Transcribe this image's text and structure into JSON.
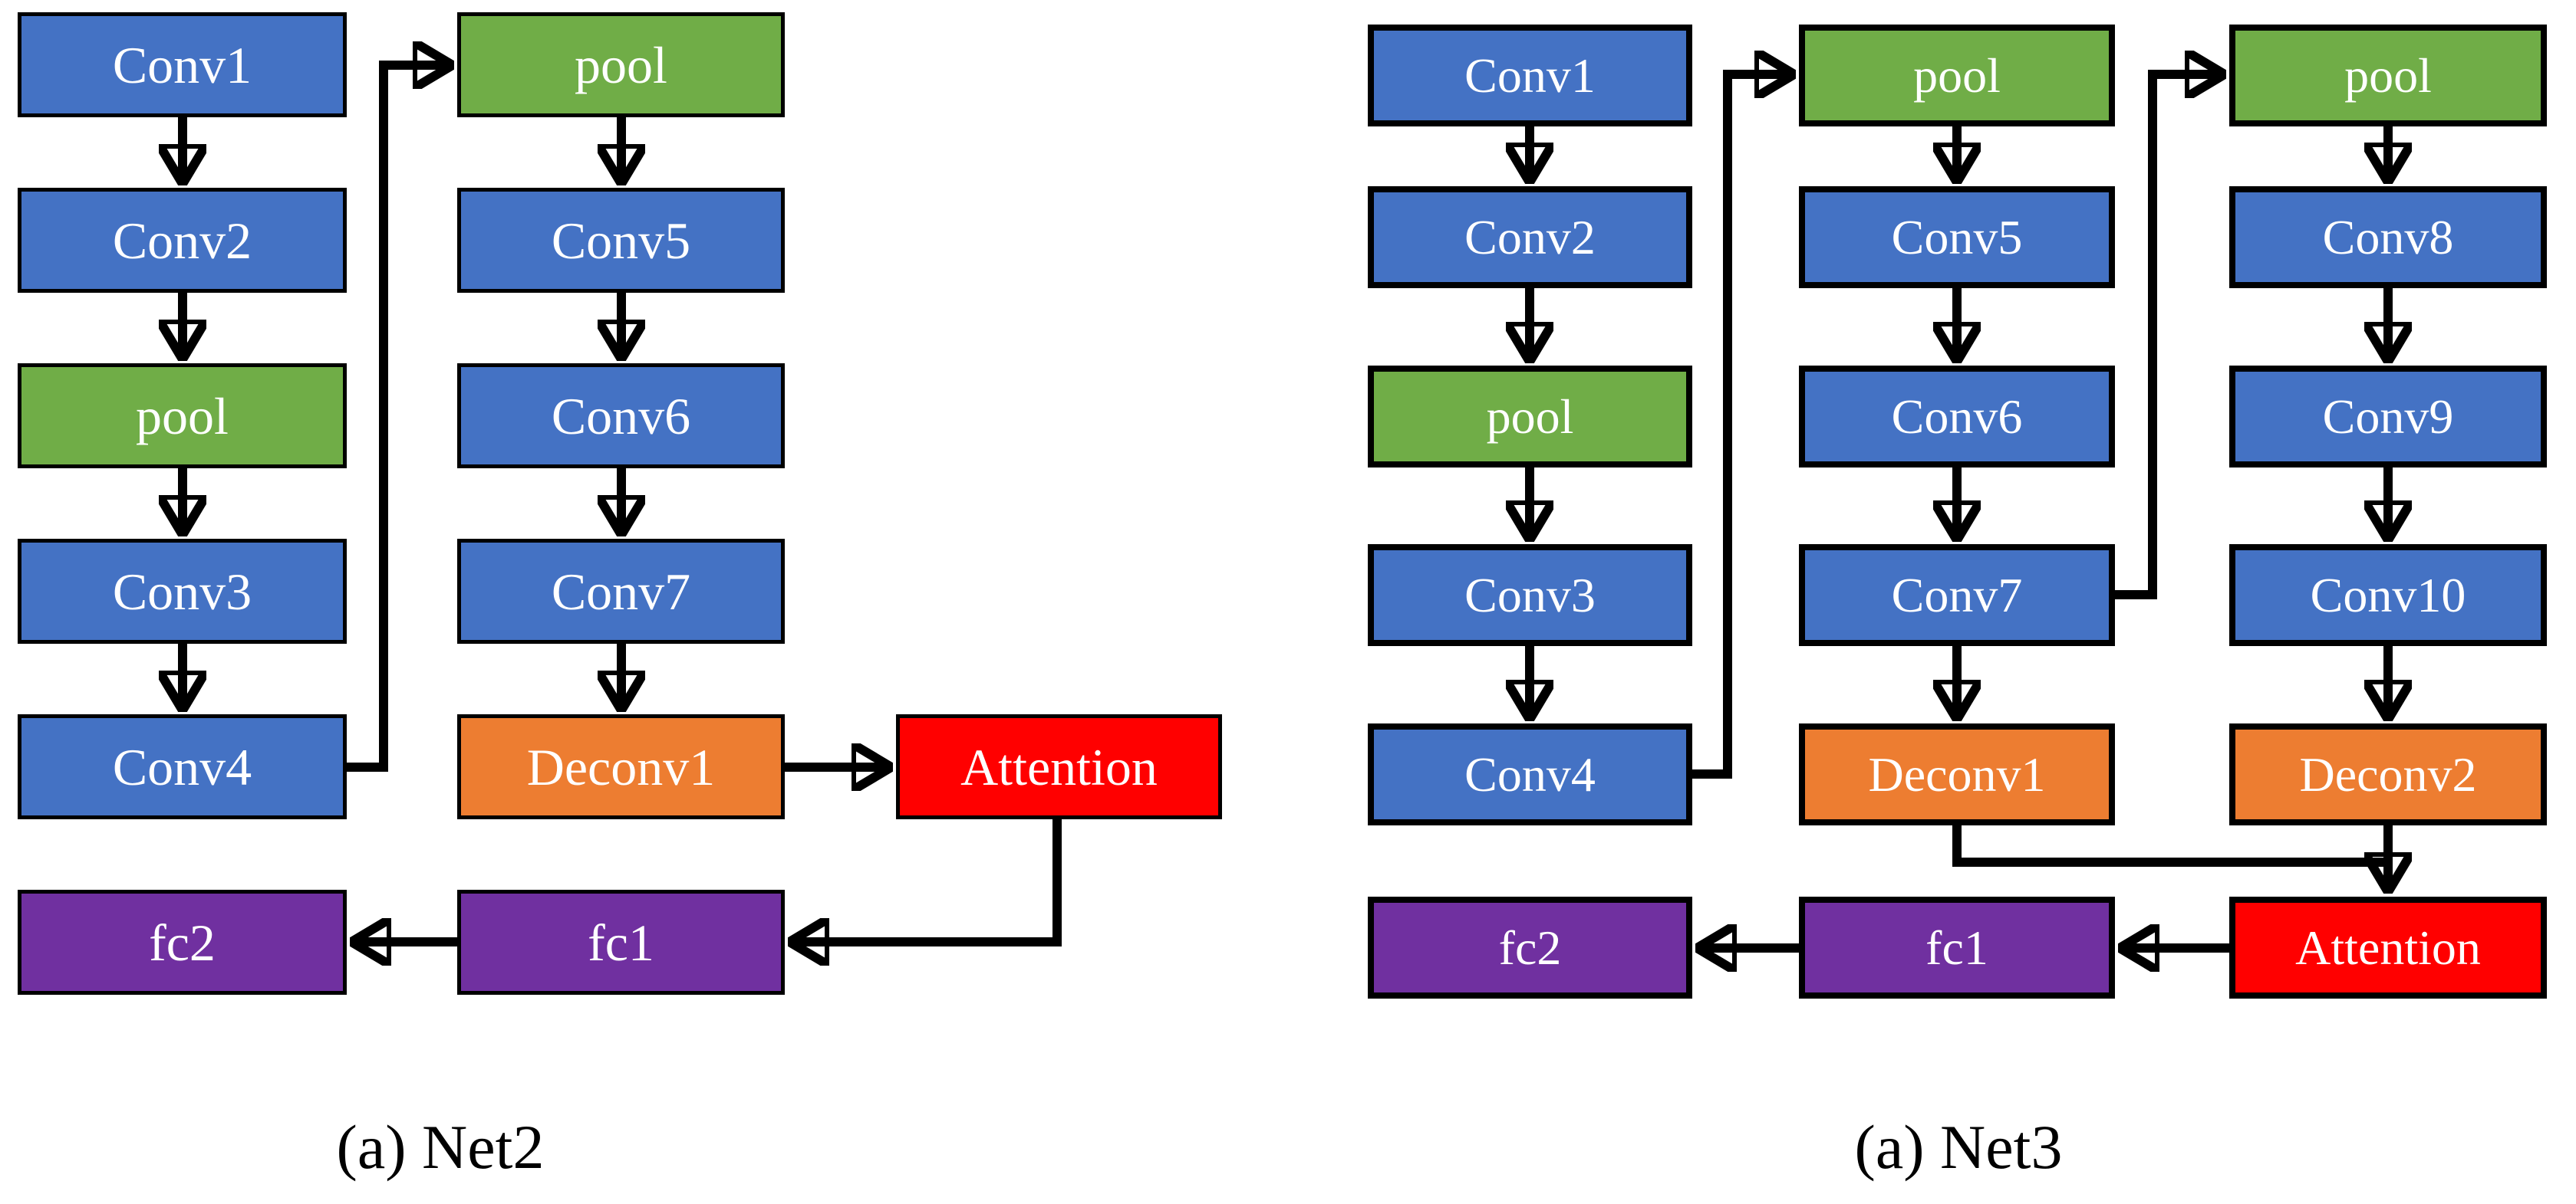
{
  "figure": {
    "background": "#FFFFFF",
    "palette": {
      "conv_blue": "#4472C4",
      "pool_green": "#70AD47",
      "deconv_orange": "#ED7D31",
      "attention_red": "#FF0000",
      "fc_purple": "#7030A0",
      "connector_black": "#000000",
      "node_label_text": "#FFFFFF",
      "caption_text": "#000000"
    },
    "diagrams": [
      {
        "caption": "(a) Net2",
        "nodes": {
          "conv1": "Conv1",
          "conv2": "Conv2",
          "pool_a": "pool",
          "conv3": "Conv3",
          "conv4": "Conv4",
          "pool_b": "pool",
          "conv5": "Conv5",
          "conv6": "Conv6",
          "conv7": "Conv7",
          "deconv1": "Deconv1",
          "attention": "Attention",
          "fc1": "fc1",
          "fc2": "fc2"
        },
        "edges": [
          "Conv1 -> Conv2",
          "Conv2 -> pool(col1)",
          "pool(col1) -> Conv3",
          "Conv3 -> Conv4",
          "Conv4 -> pool(col2)",
          "pool(col2) -> Conv5",
          "Conv5 -> Conv6",
          "Conv6 -> Conv7",
          "Conv7 -> Deconv1",
          "Deconv1 -> Attention",
          "Attention -> fc1",
          "fc1 -> fc2"
        ]
      },
      {
        "caption": "(a) Net3",
        "nodes": {
          "conv1": "Conv1",
          "conv2": "Conv2",
          "pool_a": "pool",
          "conv3": "Conv3",
          "conv4": "Conv4",
          "pool_b": "pool",
          "conv5": "Conv5",
          "conv6": "Conv6",
          "conv7": "Conv7",
          "deconv1": "Deconv1",
          "pool_c": "pool",
          "conv8": "Conv8",
          "conv9": "Conv9",
          "conv10": "Conv10",
          "deconv2": "Deconv2",
          "attention": "Attention",
          "fc1": "fc1",
          "fc2": "fc2"
        },
        "edges": [
          "Conv1 -> Conv2",
          "Conv2 -> pool(col1)",
          "pool(col1) -> Conv3",
          "Conv3 -> Conv4",
          "Conv4 -> pool(col2)",
          "pool(col2) -> Conv5",
          "Conv5 -> Conv6",
          "Conv6 -> Conv7",
          "Conv7 -> Deconv1",
          "Conv7 -> pool(col3)",
          "pool(col3) -> Conv8",
          "Conv8 -> Conv9",
          "Conv9 -> Conv10",
          "Conv10 -> Deconv2",
          "Deconv1 -> Attention",
          "Deconv2 -> Attention",
          "Attention -> fc1",
          "fc1 -> fc2"
        ]
      }
    ]
  }
}
